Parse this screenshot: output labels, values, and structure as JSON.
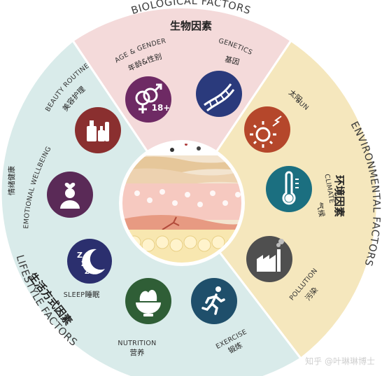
{
  "sections": {
    "biological": {
      "title": "BIOLOGICAL FACTORS",
      "title_cn": "生物因素",
      "color": "#f4dada"
    },
    "environmental": {
      "title": "ENVIRONMENTAL FACTORS",
      "title_cn": "环境因素",
      "color": "#f5e7bd"
    },
    "lifestyle": {
      "title": "LIFESTYLE FACTORS",
      "title_cn": "生活方式因素",
      "color": "#d9ebea"
    }
  },
  "factors": {
    "age_gender": {
      "en": "AGE & GENDER",
      "cn": "年龄&性别",
      "badge": "18+",
      "icon": "gender-age-icon",
      "color": "#6e2a64"
    },
    "genetics": {
      "en": "GENETICS",
      "cn": "基因",
      "icon": "dna-icon",
      "color": "#2a3a7c"
    },
    "sun": {
      "en": "SUN",
      "cn": "太阳",
      "icon": "sun-icon",
      "color": "#b5472b"
    },
    "climate": {
      "en": "CLIMATE",
      "cn": "气候",
      "icon": "thermometer-icon",
      "color": "#1b6f80"
    },
    "pollution": {
      "en": "POLLUTION",
      "cn": "污染",
      "icon": "factory-icon",
      "color": "#4f4f4f"
    },
    "exercise": {
      "en": "EXERCISE",
      "cn": "锻炼",
      "icon": "runner-icon",
      "color": "#1f4f6b"
    },
    "nutrition": {
      "en": "NUTRITION",
      "cn": "营养",
      "icon": "salad-bowl-icon",
      "color": "#2f5e36"
    },
    "sleep": {
      "en": "SLEEP",
      "cn": "睡眠",
      "icon": "moon-zzz-icon",
      "color": "#2b2f6e"
    },
    "emotional": {
      "en": "EMOTIONAL WELLBEING",
      "cn": "情绪健康",
      "icon": "person-heart-icon",
      "color": "#5a2a57"
    },
    "beauty": {
      "en": "BEAUTY ROUTINE",
      "cn": "美容护理",
      "icon": "cosmetics-icon",
      "color": "#8a2f2f"
    }
  },
  "watermark": "知乎 @叶琳琳博士"
}
